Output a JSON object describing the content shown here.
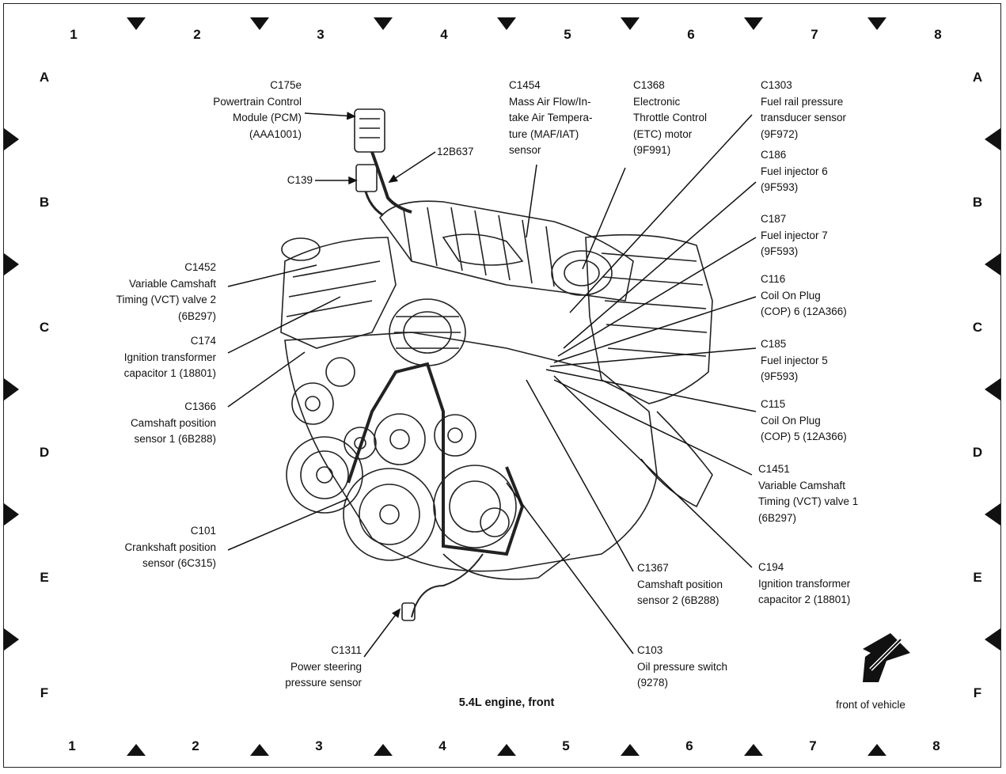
{
  "grid": {
    "columns": [
      "1",
      "2",
      "3",
      "4",
      "5",
      "6",
      "7",
      "8"
    ],
    "rows": [
      "A",
      "B",
      "C",
      "D",
      "E",
      "F"
    ]
  },
  "caption": "5.4L engine, front",
  "direction_label": "front of vehicle",
  "callouts": {
    "c175e": [
      "C175e",
      "Powertrain Control",
      "Module (PCM)",
      "(AAA1001)"
    ],
    "c139": [
      "C139"
    ],
    "b637": [
      "12B637"
    ],
    "c1454": [
      "C1454",
      "Mass Air Flow/In-",
      "take Air Tempera-",
      "ture (MAF/IAT)",
      "sensor"
    ],
    "c1368": [
      "C1368",
      "Electronic",
      "Throttle Control",
      "(ETC) motor",
      "(9F991)"
    ],
    "c1303": [
      "C1303",
      "Fuel rail pressure",
      "transducer sensor",
      "(9F972)"
    ],
    "c186": [
      "C186",
      "Fuel injector 6",
      "(9F593)"
    ],
    "c187": [
      "C187",
      "Fuel injector 7",
      "(9F593)"
    ],
    "c116": [
      "C116",
      "Coil On Plug",
      "(COP) 6 (12A366)"
    ],
    "c185": [
      "C185",
      "Fuel injector 5",
      "(9F593)"
    ],
    "c115": [
      "C115",
      "Coil On Plug",
      "(COP) 5 (12A366)"
    ],
    "c1451": [
      "C1451",
      "Variable Camshaft",
      "Timing (VCT) valve 1",
      "(6B297)"
    ],
    "c194": [
      "C194",
      "Ignition transformer",
      "capacitor 2 (18801)"
    ],
    "c1367": [
      "C1367",
      "Camshaft position",
      "sensor 2 (6B288)"
    ],
    "c103": [
      "C103",
      "Oil pressure switch",
      "(9278)"
    ],
    "c1311": [
      "C1311",
      "Power steering",
      "pressure sensor"
    ],
    "c101": [
      "C101",
      "Crankshaft position",
      "sensor (6C315)"
    ],
    "c1366": [
      "C1366",
      "Camshaft position",
      "sensor 1 (6B288)"
    ],
    "c174": [
      "C174",
      "Ignition transformer",
      "capacitor 1 (18801)"
    ],
    "c1452": [
      "C1452",
      "Variable Camshaft",
      "Timing (VCT) valve 2",
      "(6B297)"
    ]
  }
}
